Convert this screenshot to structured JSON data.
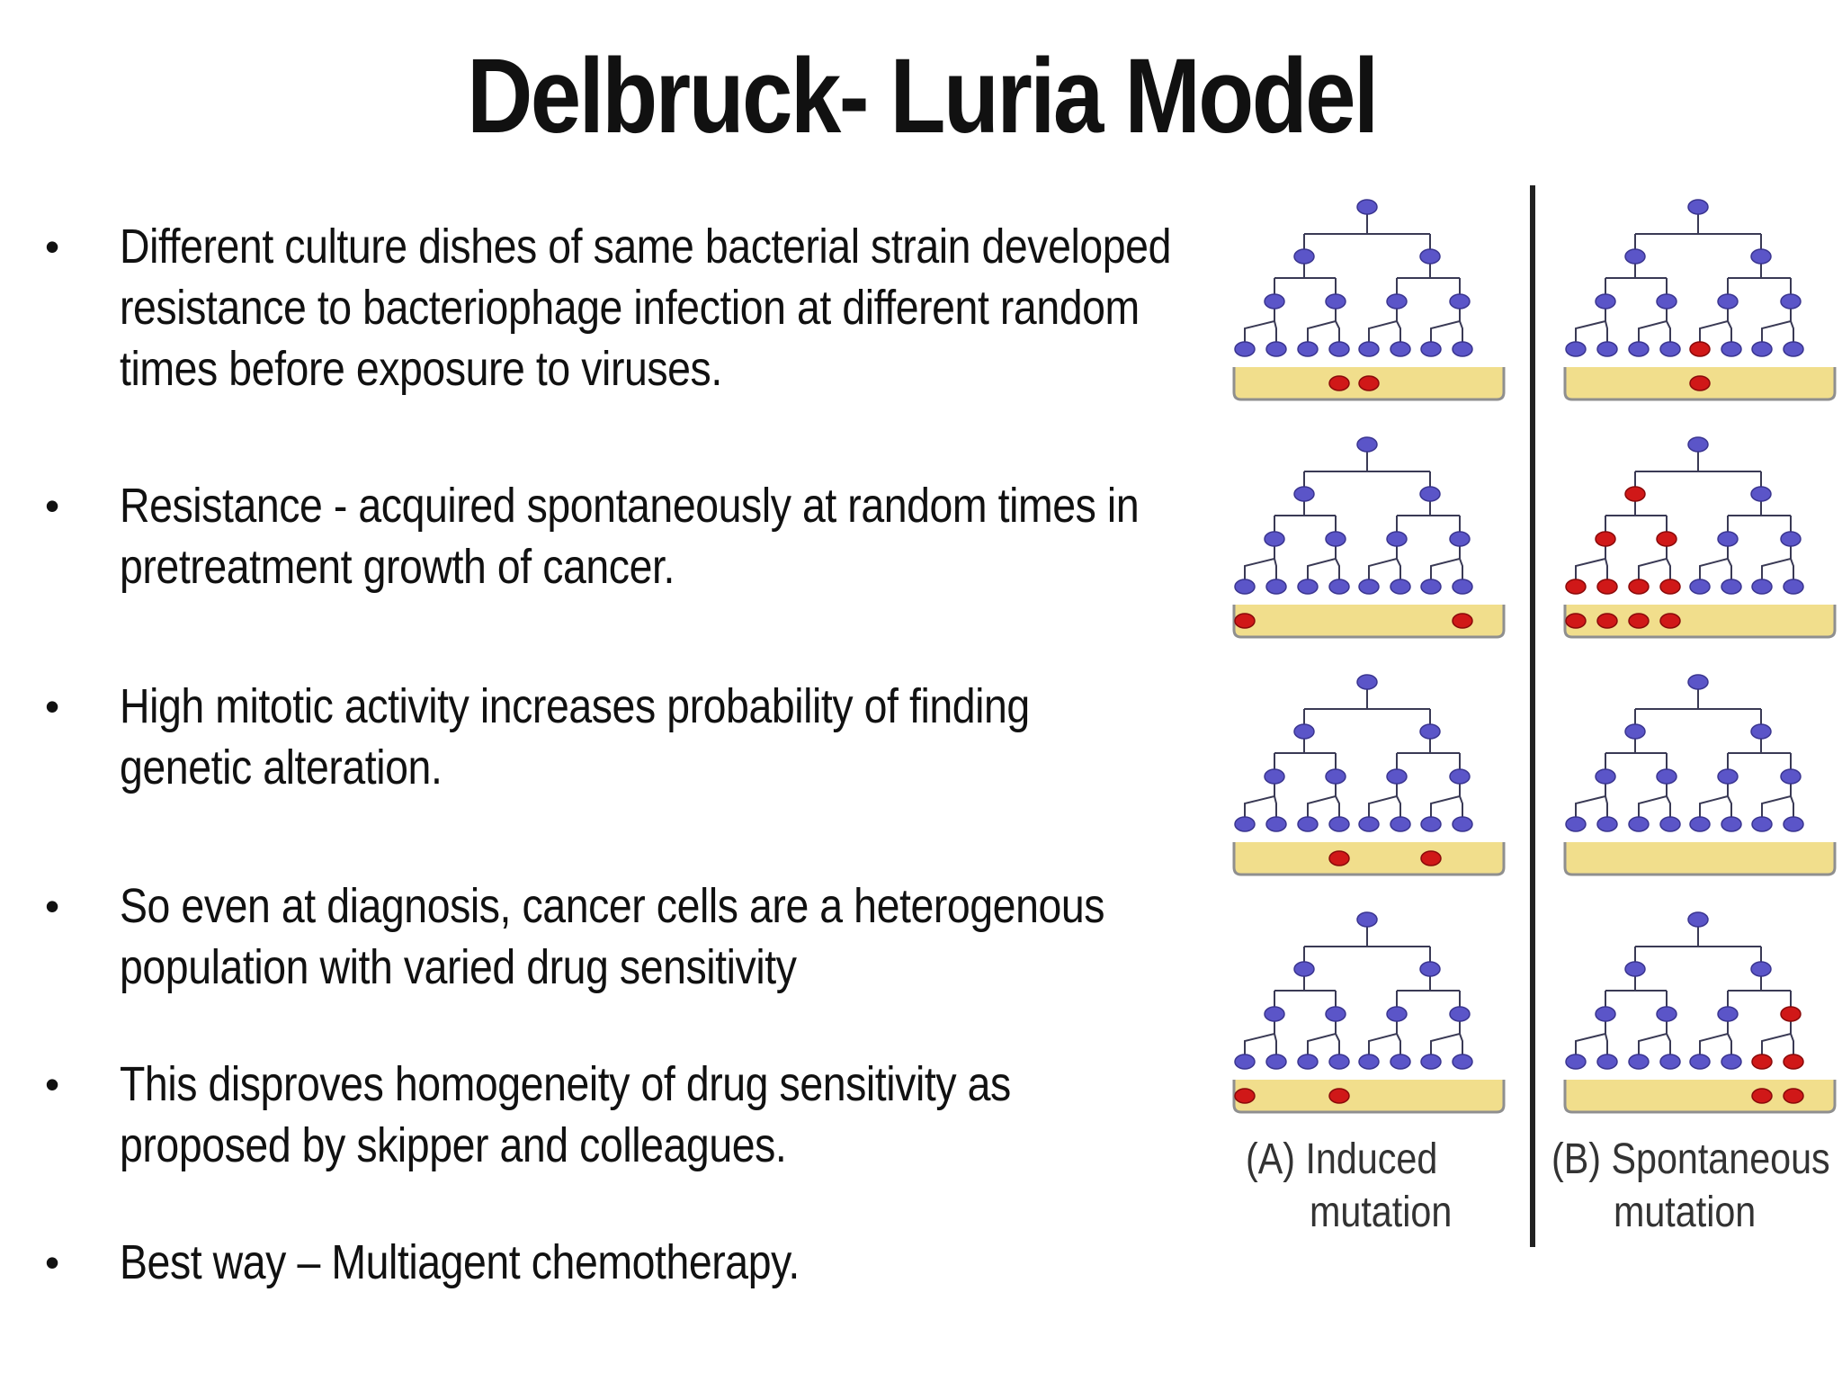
{
  "title": "Delbruck- Luria Model",
  "bullets": [
    {
      "text": "Different culture dishes of  same bacterial strain developed\nresistance to bacteriophage infection at different random\ntimes before exposure to viruses."
    },
    {
      "text": "Resistance - acquired spontaneously at random times in\npretreatment growth of cancer."
    },
    {
      "text": "High mitotic activity increases probability  of  finding\ngenetic  alteration."
    },
    {
      "text": "So even at diagnosis, cancer cells are a heterogenous\npopulation with  varied drug sensitivity"
    },
    {
      "text": "This disproves homogeneity of drug sensitivity as\nproposed by skipper and colleagues."
    },
    {
      "text": "Best way – Multiagent chemotherapy."
    }
  ],
  "bullet_symbol": "•",
  "diagram": {
    "colors": {
      "normal_cell": "#5b55c8",
      "mutant_cell": "#d01818",
      "dish": "#f1de8c",
      "line": "#3a3a55"
    },
    "columns": [
      {
        "label_line1": "(A) Induced",
        "label_line2": "mutation",
        "panels": [
          {
            "mutant_leaves": [],
            "dish_colonies": [
              4,
              5
            ]
          },
          {
            "mutant_leaves": [],
            "dish_colonies": [
              1,
              8
            ]
          },
          {
            "mutant_leaves": [],
            "dish_colonies": [
              4,
              7
            ]
          },
          {
            "mutant_leaves": [],
            "dish_colonies": [
              1,
              4
            ]
          }
        ]
      },
      {
        "label_line1": "(B) Spontaneous",
        "label_line2": "mutation",
        "panels": [
          {
            "mutant_leaves": [
              5
            ],
            "dish_colonies": [
              5
            ]
          },
          {
            "mutant_leaves": [
              1,
              2,
              3,
              4
            ],
            "mutant_nodes": [
              "L1.0",
              "L2.0",
              "L2.1"
            ],
            "dish_colonies": [
              1,
              2,
              3,
              4
            ]
          },
          {
            "mutant_leaves": [],
            "dish_colonies": []
          },
          {
            "mutant_leaves": [
              7,
              8
            ],
            "mutant_nodes": [
              "L2.3"
            ],
            "dish_colonies": [
              7,
              8
            ]
          }
        ]
      }
    ]
  }
}
